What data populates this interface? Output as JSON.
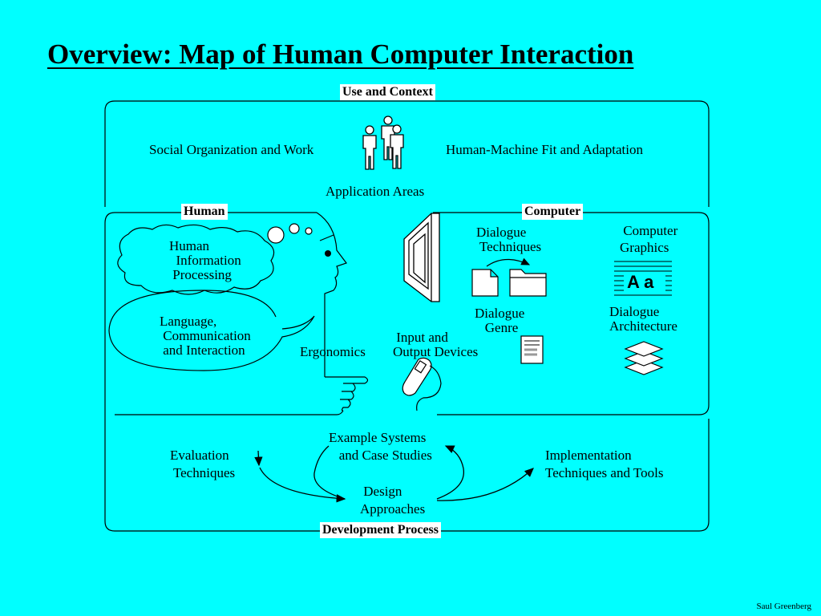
{
  "title": "Overview: Map of Human Computer Interaction",
  "sections": {
    "use_context": "Use and Context",
    "human": "Human",
    "computer": "Computer",
    "development": "Development Process"
  },
  "use_context": {
    "social": "Social Organization and Work",
    "fit": "Human-Machine Fit and Adaptation",
    "application": "Application Areas"
  },
  "human": {
    "info_processing": "Human\n  Information\n Processing",
    "language": "Language,\n Communication\n and Interaction"
  },
  "middle": {
    "ergonomics": "Ergonomics",
    "io_devices": " Input and\nOutput Devices"
  },
  "computer": {
    "dialogue_techniques": "Dialogue\n Techniques",
    "dialogue_genre": "Dialogue\n   Genre",
    "graphics": " Computer\nGraphics",
    "graphics_sample": "A a",
    "architecture": "Dialogue\nArchitecture"
  },
  "development": {
    "evaluation": "Evaluation\n Techniques",
    "examples": "Example Systems\n   and Case Studies",
    "design": " Design\nApproaches",
    "implementation": "Implementation\nTechniques and Tools"
  },
  "credit": "Saul Greenberg"
}
